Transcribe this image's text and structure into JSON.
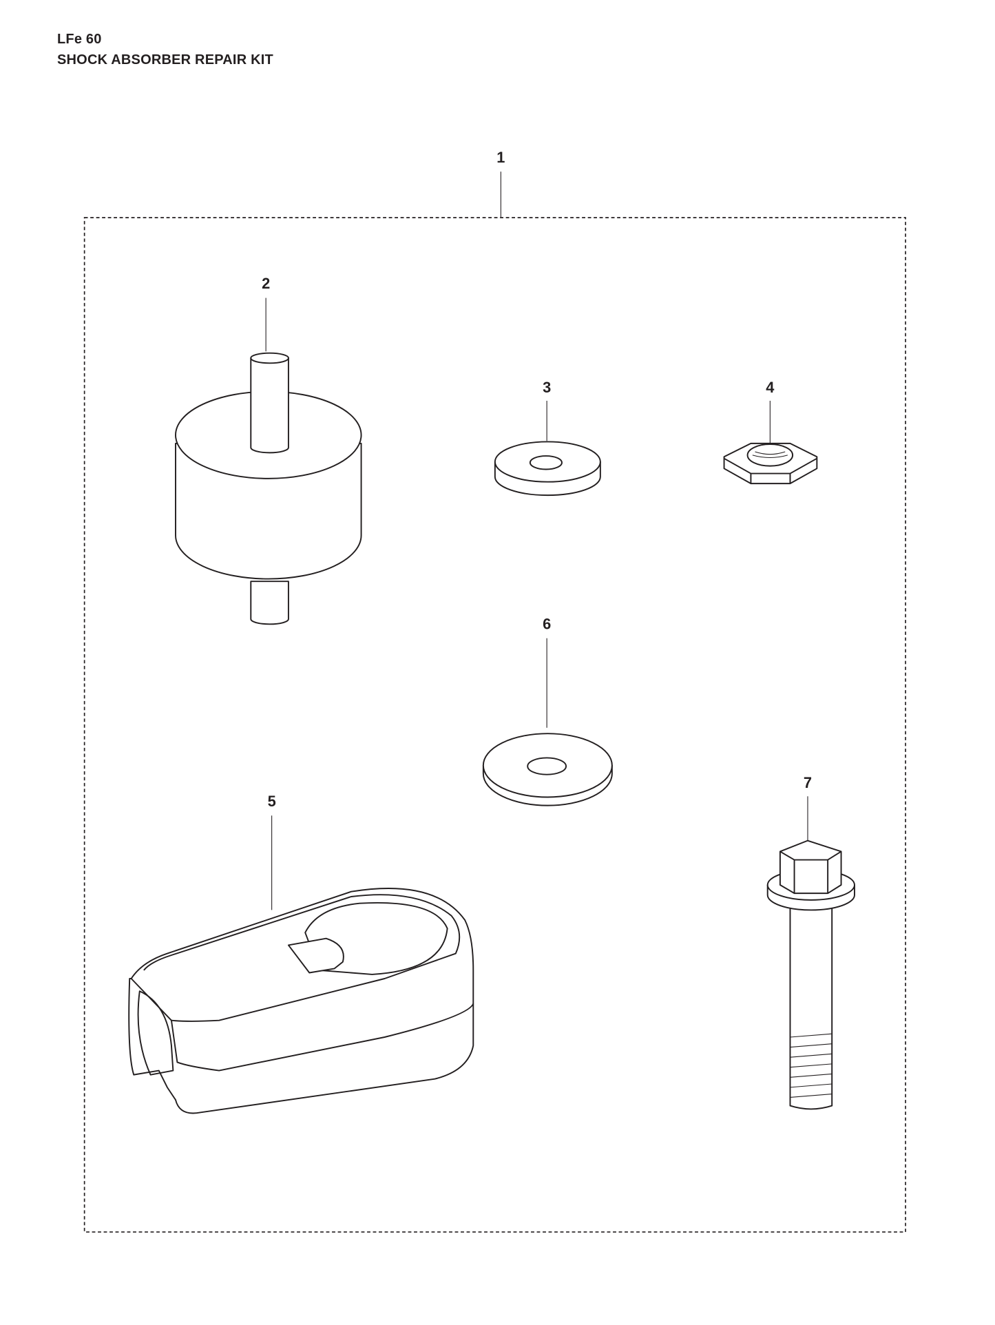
{
  "header": {
    "model": "LFe 60",
    "title": "SHOCK ABSORBER REPAIR KIT"
  },
  "callouts": {
    "kit": "1",
    "shock_absorber": "2",
    "spacer": "3",
    "nut": "4",
    "holder": "5",
    "washer": "6",
    "bolt": "7"
  }
}
